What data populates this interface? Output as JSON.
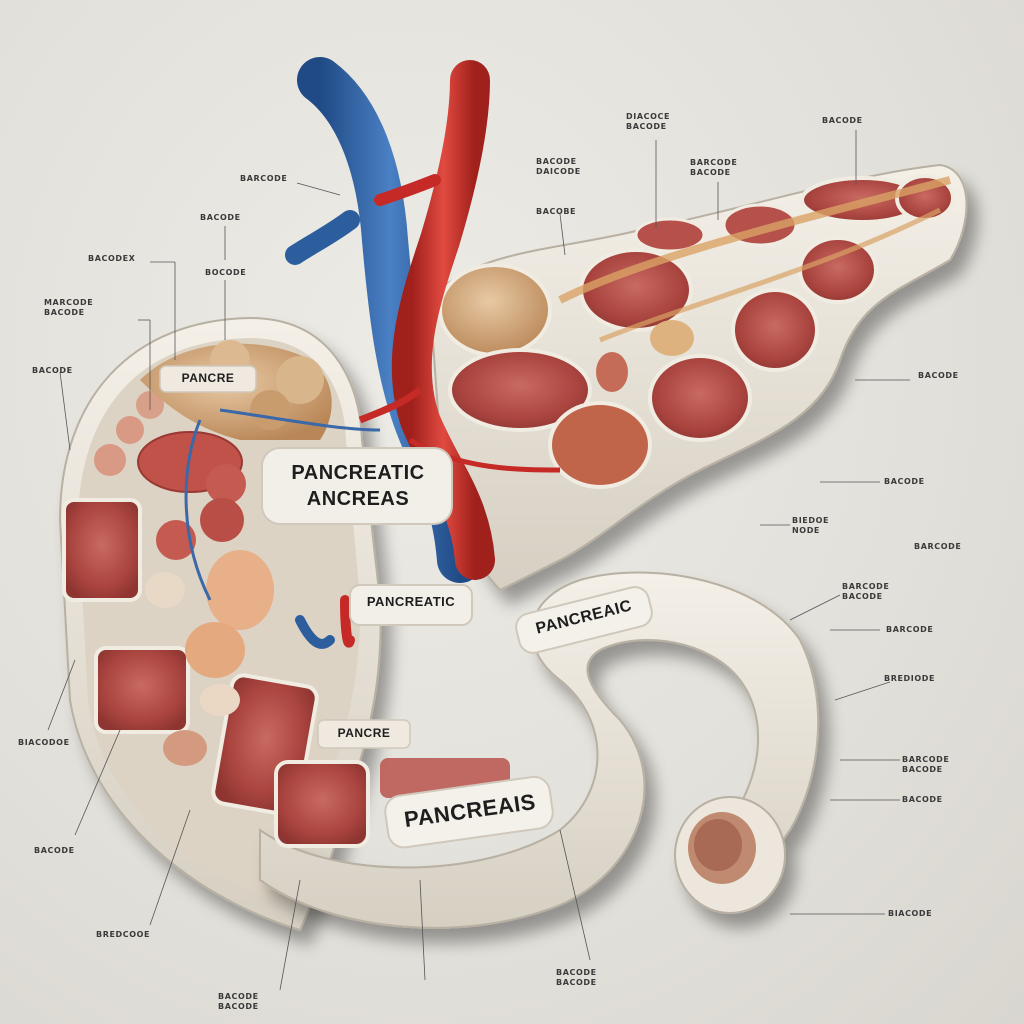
{
  "diagram": {
    "main_labels": {
      "center": "PANCREATIC\nANCREAS",
      "mid": "PANCREATIC",
      "duct_tag": "PANCREAIC",
      "lower": "PANCREAIS",
      "small_a": "PANCRE",
      "small_b": "PANCRE"
    },
    "callouts": [
      "BARCODE",
      "BACODE",
      "BOCODE",
      "BACODEX",
      "MARCODE\nBACODE",
      "BACODE",
      "BACODE\nDAICODE",
      "DIACOCE\nBACODE",
      "BACOBE",
      "BARCODE\nBACODE",
      "BACODE",
      "BACODE",
      "BACODE",
      "BARCODE",
      "BIEDOE\nNODE",
      "BARCODE\nBACODE",
      "BARCODE",
      "BREDIODE",
      "BARCODE\nBACODE",
      "BACODE",
      "BIACODE",
      "BIACODOE",
      "BACODE",
      "BREDCOOE",
      "BACODE\nBACODE",
      "BACODE\nBACODE"
    ],
    "colors": {
      "vein": "#2c5e9e",
      "artery": "#c62a26",
      "tissue": "#b5504a",
      "frame": "#ece7dd",
      "background": "#e4e2dc"
    }
  }
}
